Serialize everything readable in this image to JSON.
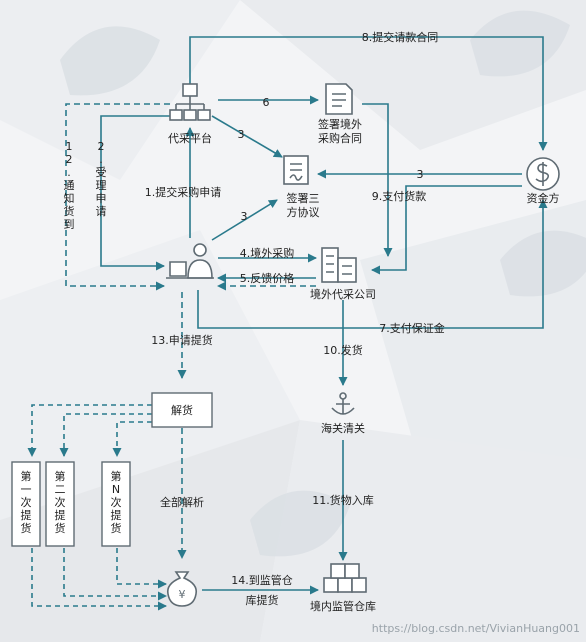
{
  "colors": {
    "line": "#2a7a8c",
    "icon": "#5f6b73",
    "text": "#222222",
    "bg": "#f3f4f6",
    "bg_shape": "#e8eaed",
    "box_fill": "#ffffff",
    "watermark": "#d7dde2"
  },
  "nodes": {
    "platform": {
      "label": "代采平台",
      "icon": "org-chart-icon"
    },
    "contract": {
      "label_line1": "签署境外",
      "label_line2": "采购合同",
      "icon": "document-icon"
    },
    "tripartite": {
      "label_line1": "签署三",
      "label_line2": "方协议",
      "icon": "contract-signature-icon"
    },
    "funder": {
      "label": "资金方",
      "icon": "money-icon"
    },
    "buyer": {
      "icon": "person-at-computer-icon"
    },
    "overseas_company": {
      "label": "境外代采公司",
      "icon": "buildings-icon"
    },
    "customs": {
      "label": "海关清关",
      "icon": "anchor-icon"
    },
    "unpack": {
      "label": "解货"
    },
    "warehouse": {
      "label": "境内监管仓库",
      "icon": "boxes-icon"
    },
    "payment_bag": {
      "icon": "money-bag-icon"
    },
    "pickups": [
      {
        "label": "第一次提货"
      },
      {
        "label": "第二次提货"
      },
      {
        "label": "第N次提货"
      }
    ]
  },
  "edges": {
    "e8": "8.提交请款合同",
    "e6": "6",
    "e3a": "3",
    "e12": "12.通知货到",
    "e2": "2.受理申请",
    "e1": "1.提交采购申请",
    "e3b": "3",
    "e3c": "3",
    "e9": "9.支付货款",
    "e4": "4.境外采购",
    "e5": "5.反馈价格",
    "e7": "7.支付保证金",
    "e13": "13.申请提货",
    "e10": "10.发货",
    "e11": "11.货物入库",
    "all_parse": "全部解析",
    "e14_line1": "14.到监管仓",
    "e14_line2": "库提货"
  },
  "watermark": "https://blog.csdn.net/VivianHuang001"
}
